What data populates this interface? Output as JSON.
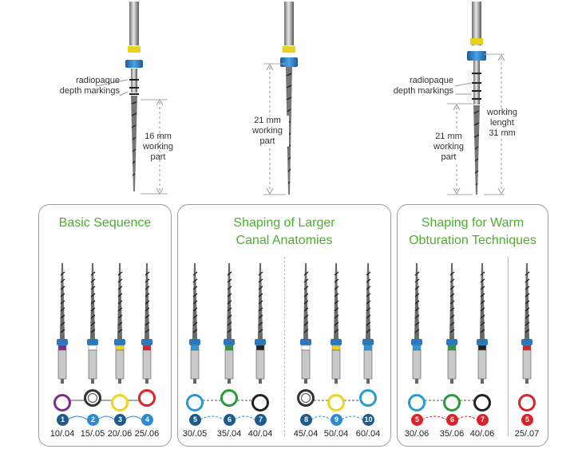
{
  "top_callouts": {
    "left_depth": "radiopaque\ndepth markings",
    "left_working": "16 mm\nworking\npart",
    "middle_working": "21 mm\nworking\npart",
    "right_depth": "radiopaque\ndepth markings",
    "right_working": "21 mm\nworking\npart",
    "right_length": "working\nlenght\n31 mm"
  },
  "panels": [
    {
      "title": "Basic Sequence",
      "files": [
        {
          "size": "10/.04",
          "number": "1",
          "ring_color": "#7b2d8e",
          "band_color": "#7b2d8e",
          "badge_color": "#1d5b8f",
          "ring_double": false
        },
        {
          "size": "15/.05",
          "number": "2",
          "ring_color": "#333333",
          "band_color": "#ffffff",
          "badge_color": "#2a8bd0",
          "ring_double": true
        },
        {
          "size": "20/.06",
          "number": "3",
          "ring_color": "#f2d21b",
          "band_color": "#f2d21b",
          "badge_color": "#1d5b8f",
          "ring_double": false
        },
        {
          "size": "25/.06",
          "number": "4",
          "ring_color": "#d9232b",
          "band_color": "#d9232b",
          "badge_color": "#2a8bd0",
          "ring_double": false
        }
      ]
    },
    {
      "title": "Shaping of Larger\nCanal Anatomies",
      "files": [
        {
          "size": "30/.05",
          "number": "5",
          "ring_color": "#2a9ad6",
          "band_color": "#2a9ad6",
          "badge_color": "#1d5b8f",
          "ring_double": false
        },
        {
          "size": "35/.04",
          "number": "6",
          "ring_color": "#2a9a3a",
          "band_color": "#2a9a3a",
          "badge_color": "#1d5b8f",
          "ring_double": false
        },
        {
          "size": "40/.04",
          "number": "7",
          "ring_color": "#222222",
          "band_color": "#222222",
          "badge_color": "#1d5b8f",
          "ring_double": false
        },
        {
          "size": "45/.04",
          "number": "8",
          "ring_color": "#333333",
          "band_color": "#ffffff",
          "badge_color": "#1d5b8f",
          "ring_double": true
        },
        {
          "size": "50/.04",
          "number": "9",
          "ring_color": "#f2d21b",
          "band_color": "#f2d21b",
          "badge_color": "#2a8bd0",
          "ring_double": false
        },
        {
          "size": "60/.04",
          "number": "10",
          "ring_color": "#2a9ad6",
          "band_color": "#2a9ad6",
          "badge_color": "#1d5b8f",
          "ring_double": false
        }
      ]
    },
    {
      "title": "Shaping for Warm\nObturation Techniques",
      "files": [
        {
          "size": "30/.06",
          "number": "5",
          "ring_color": "#2a9ad6",
          "band_color": "#2a9ad6",
          "badge_color": "#d9232b",
          "ring_double": false
        },
        {
          "size": "35/.06",
          "number": "6",
          "ring_color": "#2a9a3a",
          "band_color": "#2a9a3a",
          "badge_color": "#d9232b",
          "ring_double": false
        },
        {
          "size": "40/.06",
          "number": "7",
          "ring_color": "#222222",
          "band_color": "#222222",
          "badge_color": "#d9232b",
          "ring_double": false
        },
        {
          "size": "25/.07",
          "number": "5",
          "ring_color": "#d9232b",
          "band_color": "#d9232b",
          "badge_color": "#d9232b",
          "ring_double": false
        }
      ]
    }
  ],
  "colors": {
    "title_green": "#4caf2d",
    "handle_blue": "#2a78c2",
    "collar_yellow": "#e8d21a",
    "dimension_gray": "#8a8a8a"
  }
}
